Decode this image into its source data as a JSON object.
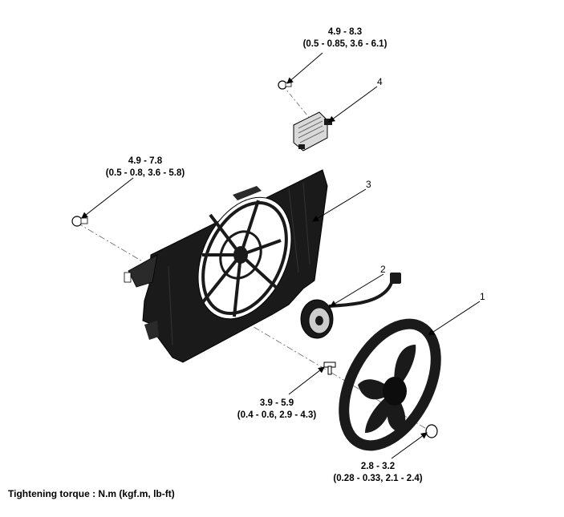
{
  "torques": {
    "top": {
      "value": "4.9 - 8.3",
      "alt": "(0.5 - 0.85, 3.6 - 6.1)"
    },
    "left": {
      "value": "4.9 - 7.8",
      "alt": "(0.5 - 0.8, 3.6 - 5.8)"
    },
    "middle": {
      "value": "3.9 - 5.9",
      "alt": "(0.4 - 0.6, 2.9 - 4.3)"
    },
    "bottom": {
      "value": "2.8 - 3.2",
      "alt": "(0.28 - 0.33, 2.1 - 2.4)"
    }
  },
  "callouts": {
    "c1": "1",
    "c2": "2",
    "c3": "3",
    "c4": "4"
  },
  "footer": "Tightening torque : N.m (kgf.m, lb-ft)",
  "colors": {
    "part": "#1a1a1a",
    "part_dark": "#0d0d0d",
    "metal": "#d9d9d9",
    "line": "#000000"
  }
}
